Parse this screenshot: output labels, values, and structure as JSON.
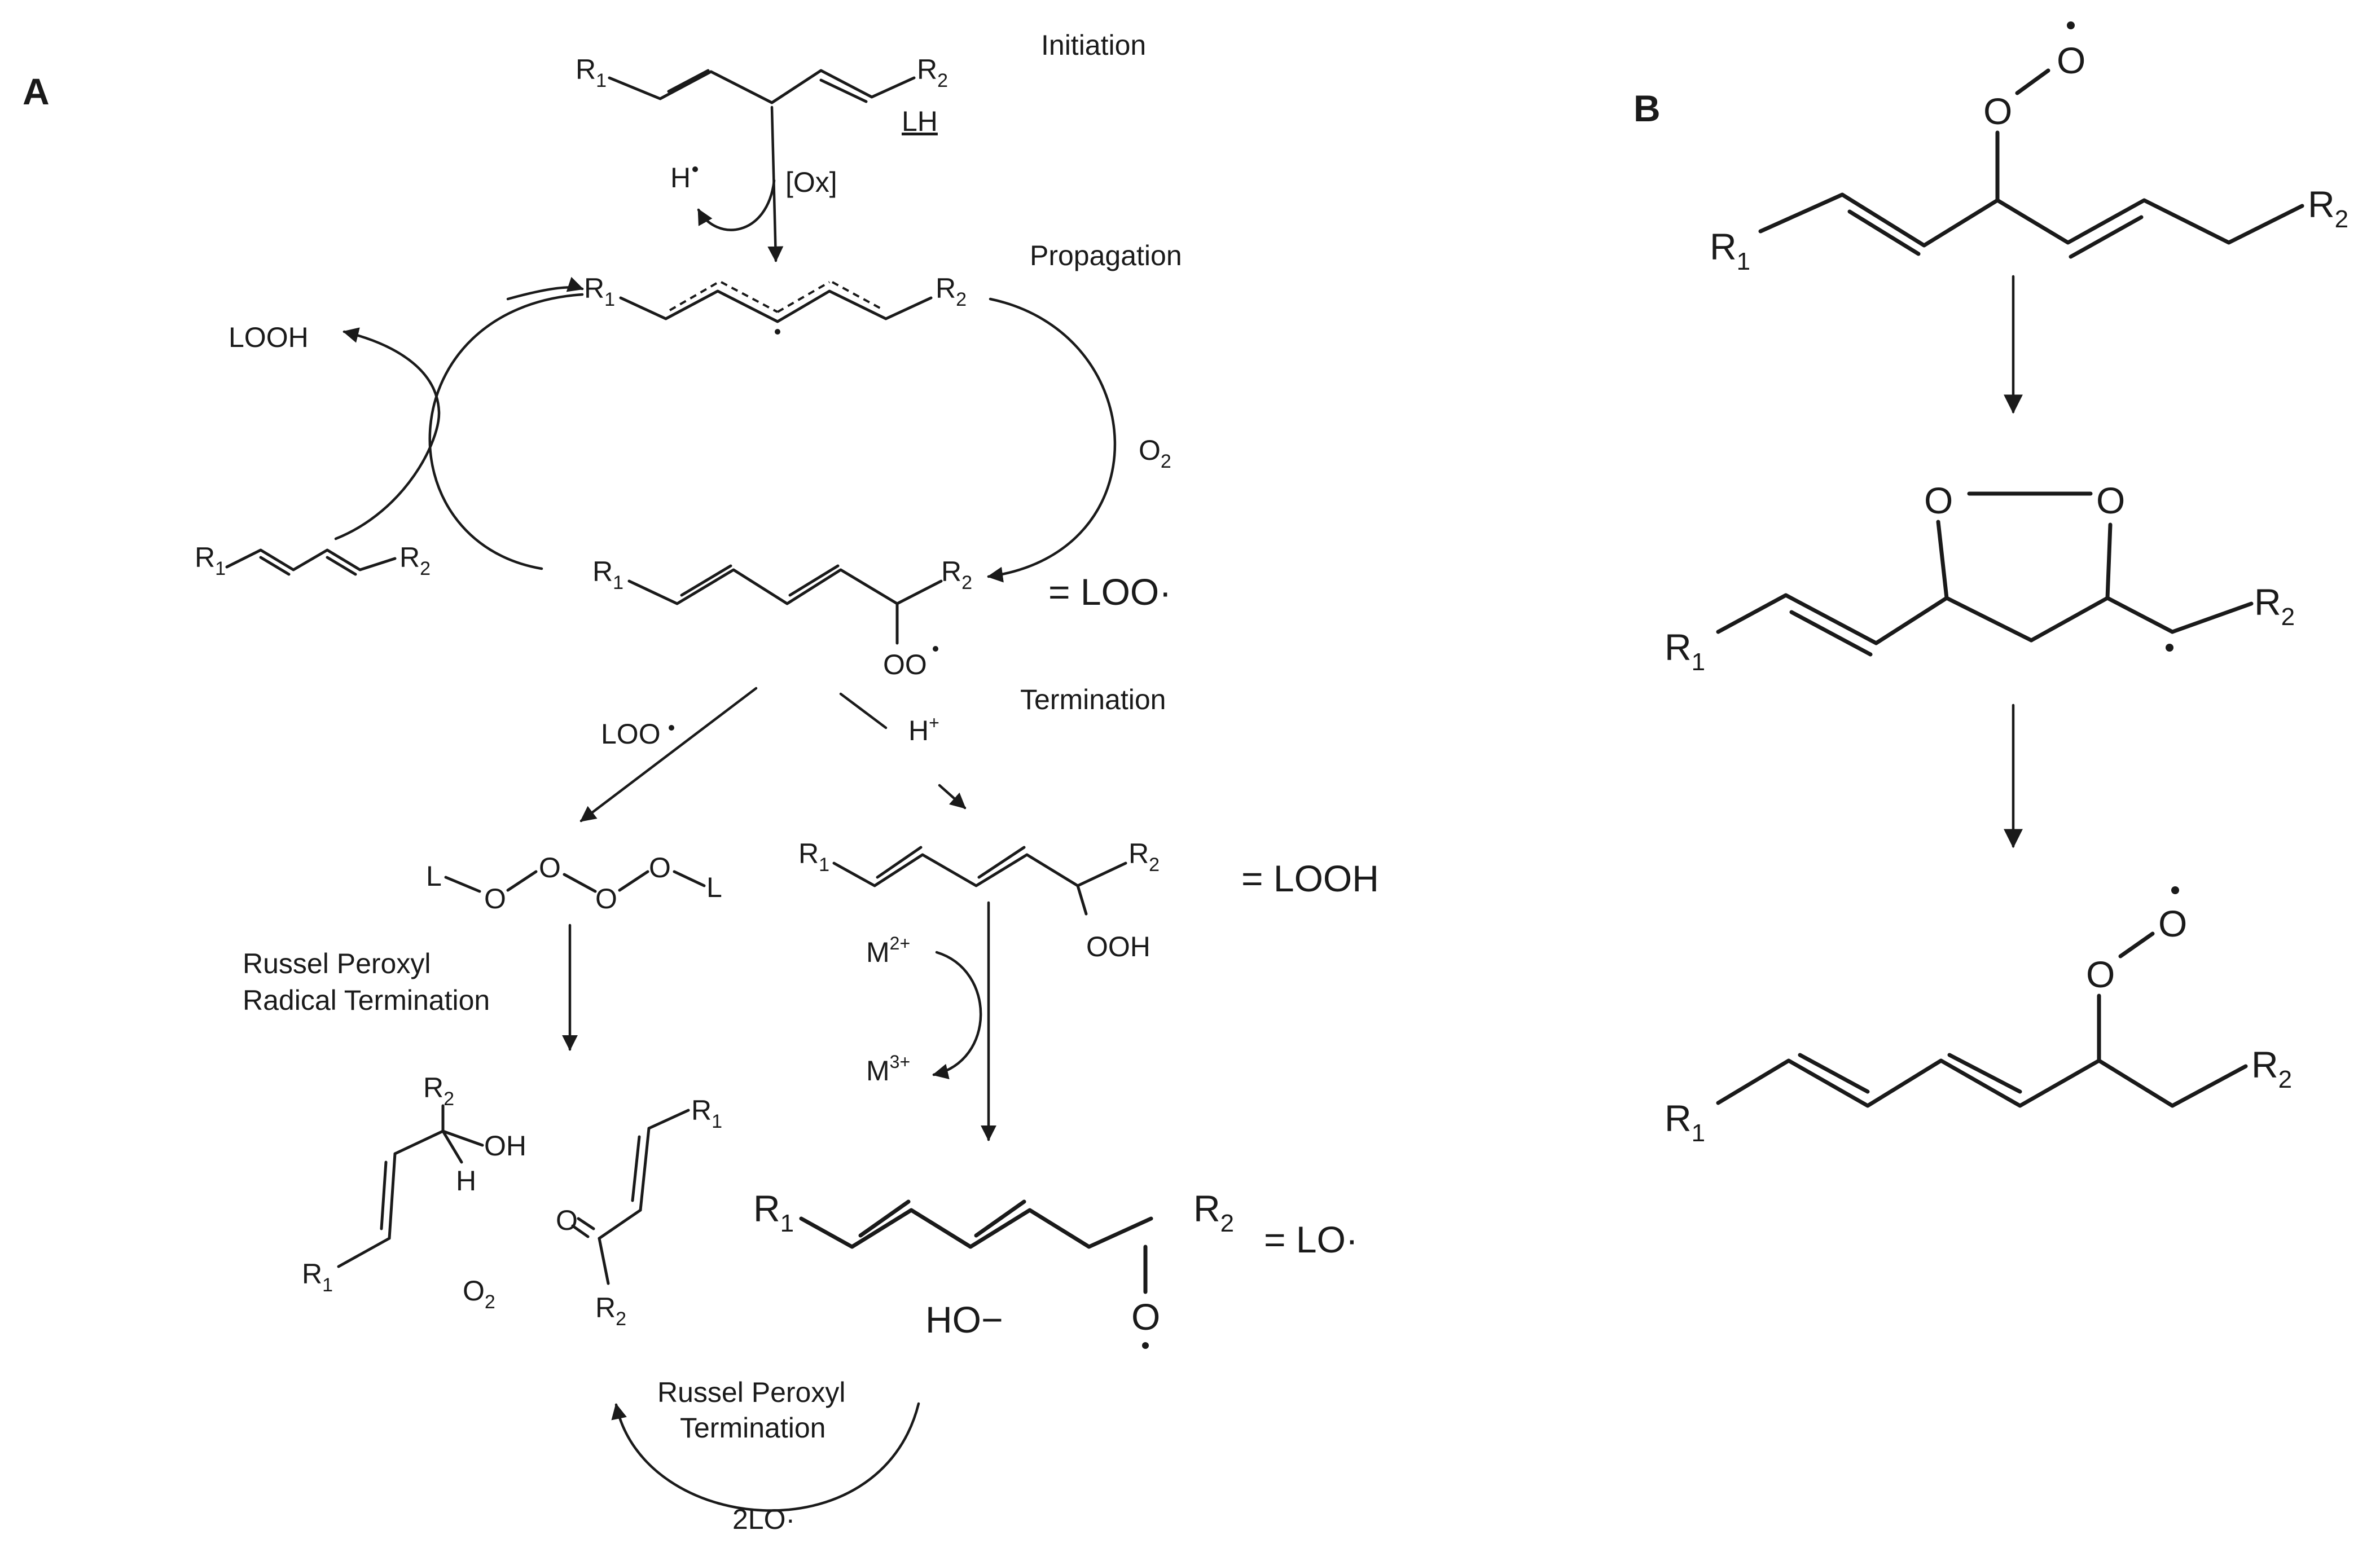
{
  "panels": {
    "a": {
      "label": "A"
    },
    "b": {
      "label": "B"
    }
  },
  "stages": {
    "initiation": "Initiation",
    "propagation": "Propagation",
    "termination": "Termination"
  },
  "groups": {
    "r1": "R",
    "r2": "R",
    "sub1": "1",
    "sub2": "2"
  },
  "species": {
    "lh": "LH",
    "h_radical": "H",
    "ox": "[Ox]",
    "looh": "LOOH",
    "o2_letter": "O",
    "loo_radical_label": "= LOO·",
    "oo_radical": "OO",
    "loo_radical": "LOO",
    "h_plus": "H",
    "plus_sign": "+",
    "looh_label": "= LOOH",
    "ooh": "OOH",
    "tetroxide_l": "L",
    "tetroxide_o": "O",
    "m2": "M",
    "m2_charge": "2+",
    "m3": "M",
    "m3_charge": "3+",
    "oh": "OH",
    "h": "H",
    "carbonyl_o": "O",
    "lo_radical_label": "= LO·",
    "hydroxide": "HO−",
    "alkoxyl_o": "O",
    "two_lo": "2LO·"
  },
  "annotations": {
    "russel_radical_line1": "Russel Peroxyl",
    "russel_radical_line2": "Radical Termination",
    "russel_termination_line1": "Russel Peroxyl",
    "russel_termination_line2": "Termination"
  },
  "panel_b": {
    "r1": "R",
    "r2": "R",
    "sub1": "1",
    "sub2": "2",
    "o": "O"
  }
}
